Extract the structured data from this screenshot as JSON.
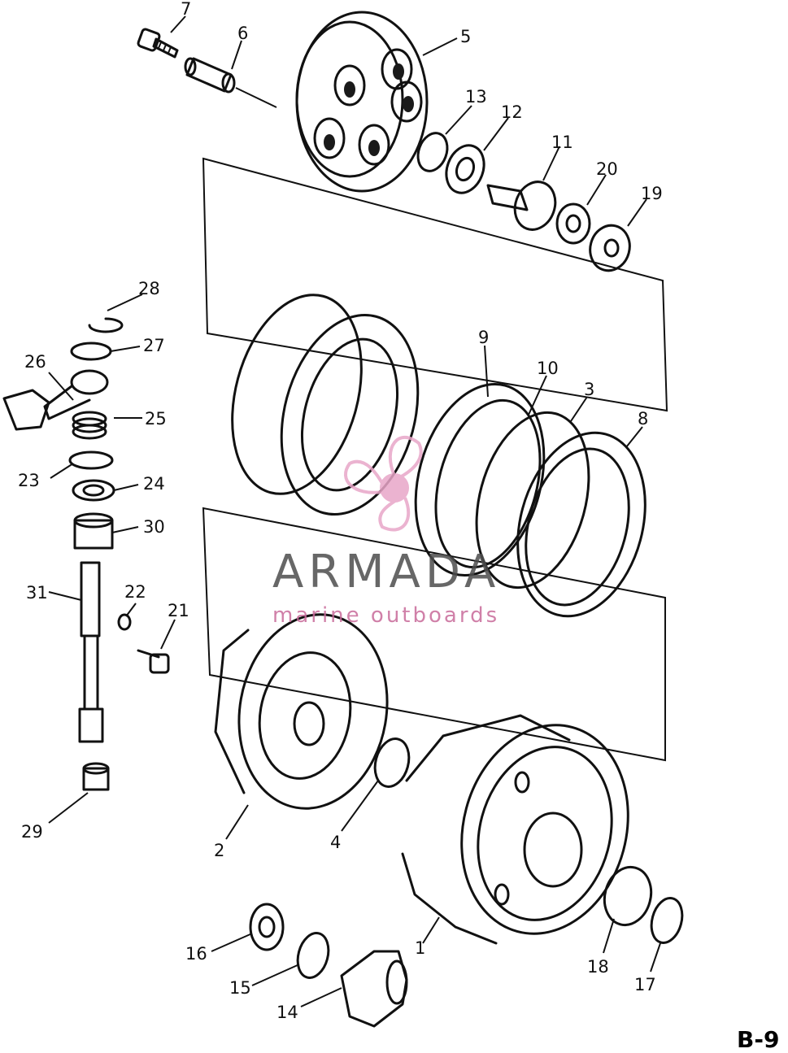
{
  "page": {
    "id": "B-9"
  },
  "watermark": {
    "brand": "ARMADA",
    "tagline": "marine outboards",
    "accent_color": "#e8a6c8",
    "brand_color": "#4d4d4d"
  },
  "callouts": [
    "1",
    "2",
    "3",
    "4",
    "5",
    "6",
    "7",
    "8",
    "9",
    "10",
    "11",
    "12",
    "13",
    "14",
    "15",
    "16",
    "17",
    "18",
    "19",
    "20",
    "21",
    "22",
    "23",
    "24",
    "25",
    "26",
    "27",
    "28",
    "29",
    "30",
    "31"
  ]
}
